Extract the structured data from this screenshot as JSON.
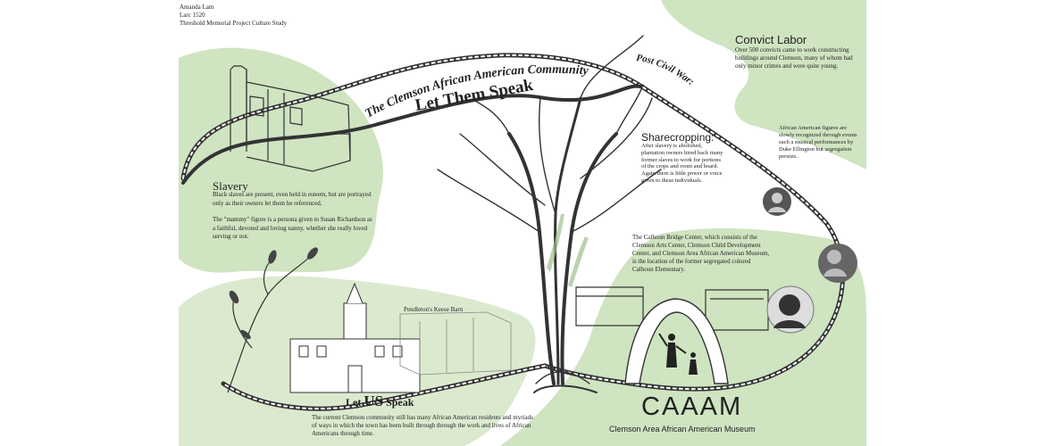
{
  "header": {
    "author": "Amanda Lam",
    "course": "Larc 1520",
    "project": "Threshold Memorial Project Culture Study"
  },
  "banner": {
    "line1": "The Clemson African American Community",
    "line2": "Let Them Speak",
    "post_civil_war": "Post Civil War:"
  },
  "slavery": {
    "title": "Slavery",
    "para1": "Black slaves are present, even held in esteem, but are portrayed only as their owners let them be referenced.",
    "para2": "The \"mammy\" figure is a persona given to Susan Richardson as a faithful, devoted and loving nanny, whether she really loved serving or not."
  },
  "convict": {
    "title": "Convict Labor",
    "body": "Over 500 convicts came to work constructing buildings around Clemson, many of whom had only minor crimes and were quite young."
  },
  "sharecropping": {
    "title": "Sharecropping:",
    "body": "After slavery is abolished, plantation owners hired back many former slaves to work for portions of the crops and room and board. Again there is little power or voice given to these individuals."
  },
  "figures": {
    "body": "African American figures are slowly recognized through events such a musical performances by Duke Ellington but segregation persists."
  },
  "calhoun": {
    "body": "The Calhoun Bridge Center, which consists of the Clemson Arts Center, Clemson Child Development Center, and Clemson Area African American Museum, is the location of the former segregated colored Calhoun Elementary."
  },
  "let_us": {
    "title_pre": "Let ",
    "title_big": "US",
    "title_post": " Speak",
    "body": "The current Clemson community still has many African American residents and myriads of ways in which the town has been built through through the work and lives of African Americans through time."
  },
  "pendleton": {
    "label": "Pendleton's Keese Barn"
  },
  "museum": {
    "logo": "CAAAM",
    "name": "Clemson Area African American Museum"
  },
  "colors": {
    "accent_green": "#cfe4c1",
    "ink": "#222222"
  }
}
